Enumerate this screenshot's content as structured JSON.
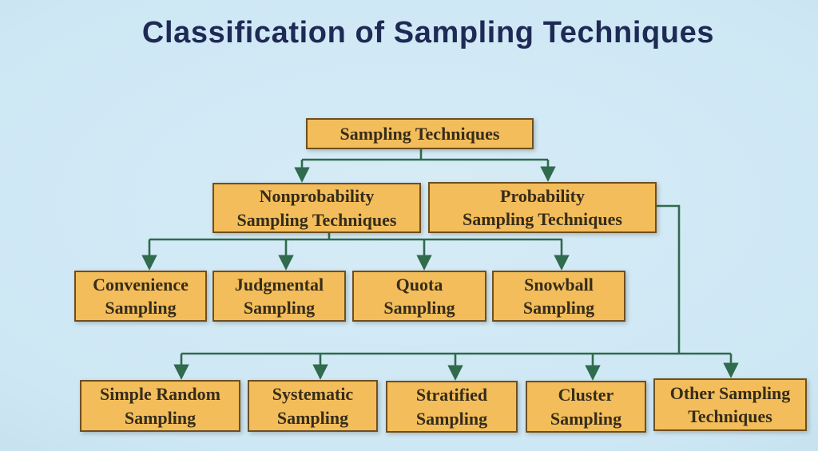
{
  "title": "Classification of Sampling Techniques",
  "diagram": {
    "nodes": {
      "root": {
        "label": "Sampling Techniques"
      },
      "nonprobability": {
        "label": "Nonprobability\nSampling Techniques"
      },
      "probability": {
        "label": "Probability\nSampling Techniques"
      },
      "convenience": {
        "label": "Convenience\nSampling"
      },
      "judgmental": {
        "label": "Judgmental\nSampling"
      },
      "quota": {
        "label": "Quota\nSampling"
      },
      "snowball": {
        "label": "Snowball\nSampling"
      },
      "simple_random": {
        "label": "Simple Random\nSampling"
      },
      "systematic": {
        "label": "Systematic\nSampling"
      },
      "stratified": {
        "label": "Stratified\nSampling"
      },
      "cluster": {
        "label": "Cluster\nSampling"
      },
      "other": {
        "label": "Other Sampling\nTechniques"
      }
    },
    "edges": [
      {
        "from": "root",
        "to": "nonprobability"
      },
      {
        "from": "root",
        "to": "probability"
      },
      {
        "from": "nonprobability",
        "to": "convenience"
      },
      {
        "from": "nonprobability",
        "to": "judgmental"
      },
      {
        "from": "nonprobability",
        "to": "quota"
      },
      {
        "from": "nonprobability",
        "to": "snowball"
      },
      {
        "from": "probability",
        "to": "simple_random"
      },
      {
        "from": "probability",
        "to": "systematic"
      },
      {
        "from": "probability",
        "to": "stratified"
      },
      {
        "from": "probability",
        "to": "cluster"
      },
      {
        "from": "probability",
        "to": "other"
      }
    ]
  },
  "colors": {
    "background": "#cde7f4",
    "box_fill": "#f2bd5a",
    "box_border": "#6e4e22",
    "box_text": "#362c1a",
    "connector": "#2f6b4c",
    "title": "#1e2a55"
  }
}
